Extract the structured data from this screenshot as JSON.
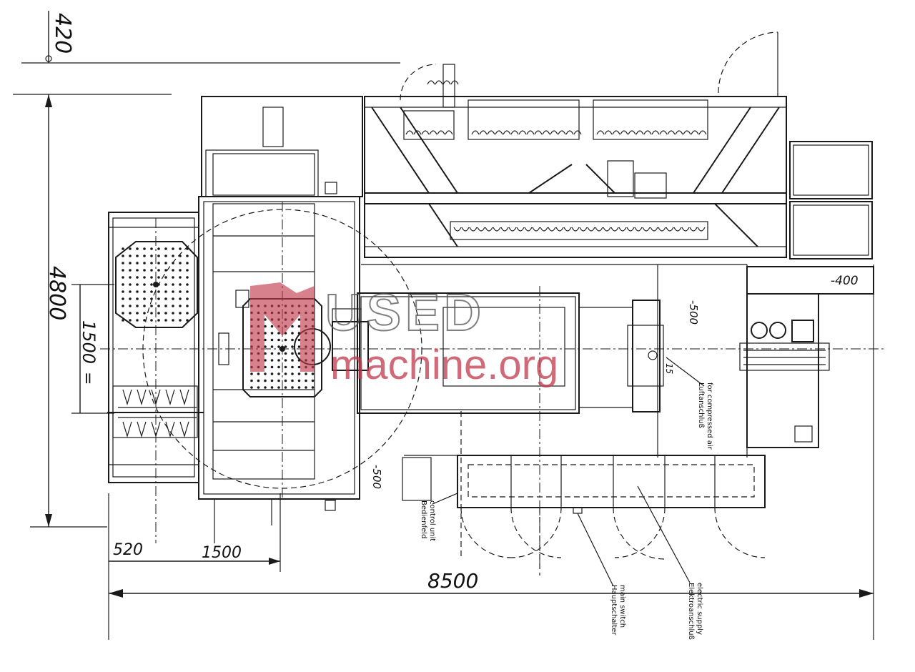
{
  "dimensions": {
    "d420": "420",
    "d4800": "4800",
    "d1500_vertical": "1500",
    "d520": "520",
    "d1500_horizontal": "1500",
    "d8500": "8500",
    "d400": "-400",
    "d500_top": "-500",
    "d500_bottom": "-500",
    "d15": "15"
  },
  "labels": {
    "compressed_air_de": "Luftanschluß",
    "compressed_air_en": "for compressed air",
    "control_unit_de": "Bedienfeld",
    "control_unit_en": "control unit",
    "main_switch_de": "Hauptschalter",
    "main_switch_en": "main switch",
    "electric_supply_de": "Elektroanschluß",
    "electric_supply_en": "electric supply"
  },
  "watermark": {
    "word1": "USED",
    "word2": "machine.org",
    "color": "#c0394b"
  },
  "colors": {
    "line": "#1a1a1a",
    "paper": "#ffffff"
  }
}
